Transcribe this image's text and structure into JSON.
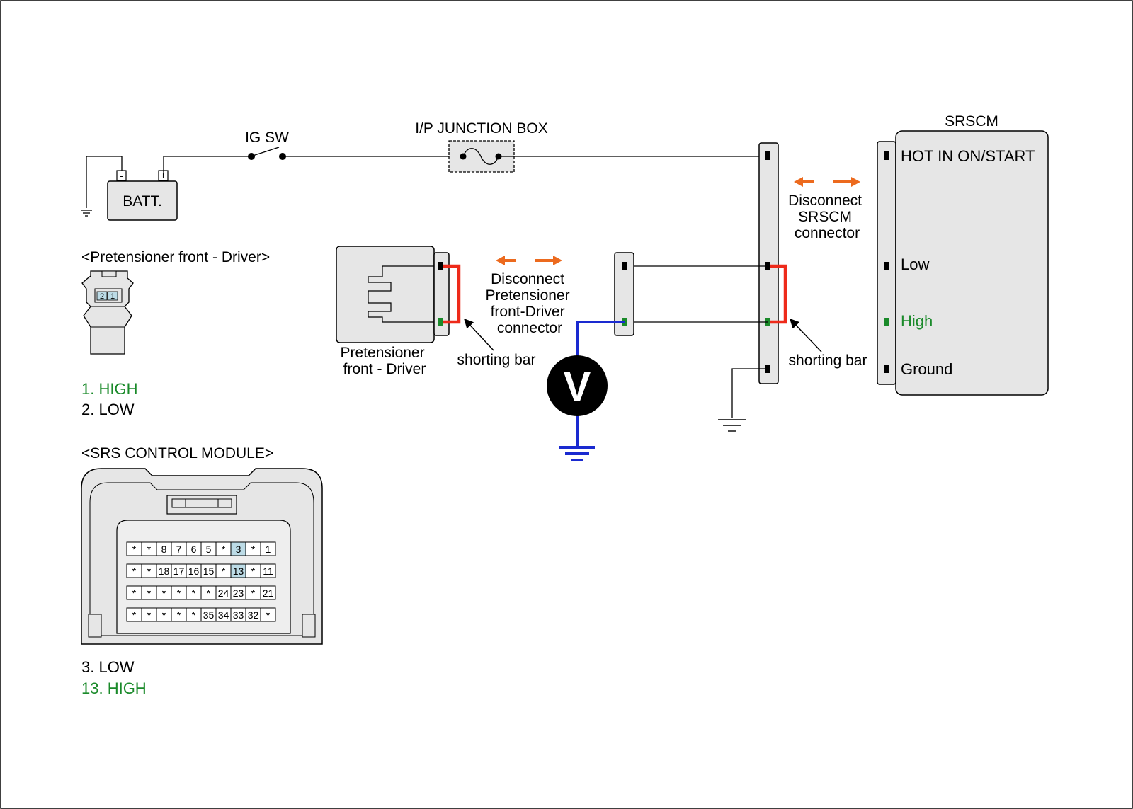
{
  "colors": {
    "high_green": "#1a8a2a",
    "short_red": "#ee2a1a",
    "meter_blue": "#1a2ad0",
    "arrow_orange": "#ec6a1e",
    "connector_fill": "#e6e6e6",
    "highlight_pin": "#bcdbe6"
  },
  "labels": {
    "ig_sw": "IG SW",
    "junction_box": "I/P JUNCTION BOX",
    "battery": "BATT.",
    "battery_minus": "-",
    "battery_plus": "+",
    "srscm_title": "SRSCM",
    "srscm_hot": "HOT IN ON/START",
    "srscm_low": "Low",
    "srscm_high": "High",
    "srscm_ground": "Ground",
    "disconnect_srscm": [
      "Disconnect",
      "SRSCM",
      "connector"
    ],
    "disconnect_pret": [
      "Disconnect",
      "Pretensioner",
      "front-Driver",
      "connector"
    ],
    "pretensioner_label": [
      "Pretensioner",
      "front - Driver"
    ],
    "shorting_bar_left": "shorting bar",
    "shorting_bar_right": "shorting bar",
    "voltmeter": "V"
  },
  "pretensioner_connector": {
    "title": "<Pretensioner front - Driver>",
    "pin_labels": [
      "2",
      "1"
    ],
    "legend": [
      {
        "text": "1. HIGH",
        "color": "high"
      },
      {
        "text": "2. LOW",
        "color": "normal"
      }
    ]
  },
  "srs_module_connector": {
    "title": "<SRS CONTROL MODULE>",
    "rows": [
      [
        "*",
        "*",
        "8",
        "7",
        "6",
        "5",
        "*",
        "3",
        "*",
        "1"
      ],
      [
        "*",
        "*",
        "18",
        "17",
        "16",
        "15",
        "*",
        "13",
        "*",
        "11"
      ],
      [
        "*",
        "*",
        "*",
        "*",
        "*",
        "*",
        "24",
        "23",
        "*",
        "21"
      ],
      [
        "*",
        "*",
        "*",
        "*",
        "*",
        "35",
        "34",
        "33",
        "32",
        "*"
      ]
    ],
    "highlighted": [
      "3",
      "13"
    ],
    "legend": [
      {
        "text": "3. LOW",
        "color": "normal"
      },
      {
        "text": "13. HIGH",
        "color": "high"
      }
    ]
  }
}
